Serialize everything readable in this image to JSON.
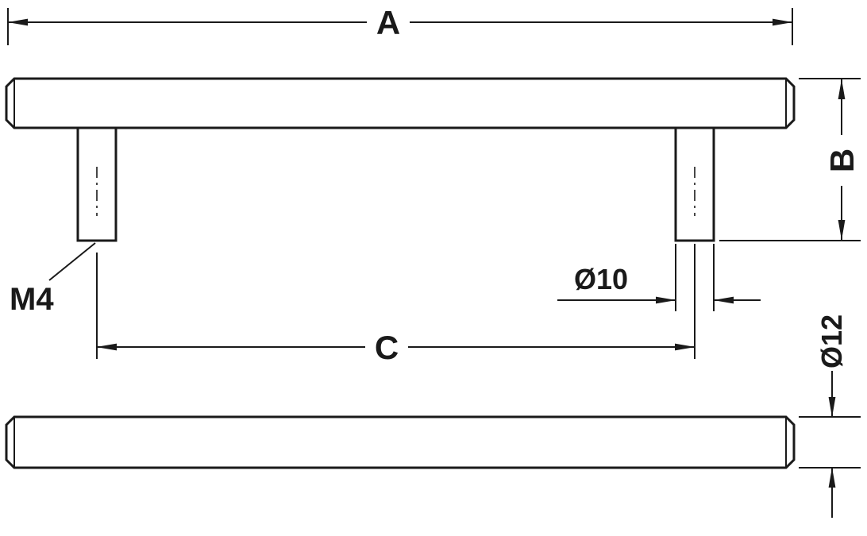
{
  "drawing": {
    "labels": {
      "overall_length": "A",
      "height": "B",
      "hole_spacing": "C",
      "thread": "M4",
      "post_diameter": "Ø10",
      "bar_diameter": "Ø12"
    },
    "colors": {
      "line": "#1a1a1a",
      "background": "#ffffff"
    }
  }
}
